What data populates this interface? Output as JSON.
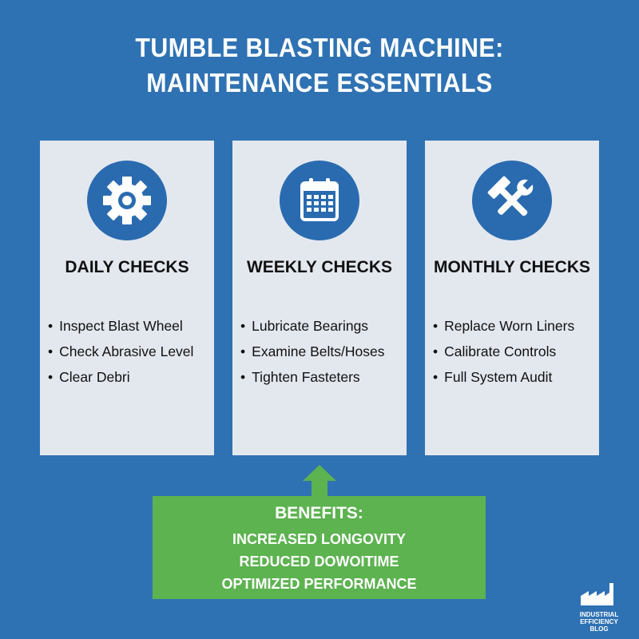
{
  "title": {
    "line1": "TUMBLE BLASTING MACHINE:",
    "line2": "MAINTENANCE ESSENTIALS"
  },
  "colors": {
    "background": "#2f72b3",
    "card": "#e3e8ef",
    "icon_circle": "#2a6bb0",
    "benefits": "#5cb34f"
  },
  "cards": [
    {
      "icon": "gear-icon",
      "title": "DAILY CHECKS",
      "items": [
        "Inspect Blast Wheel",
        "Check Abrasive Level",
        "Clear Debri"
      ]
    },
    {
      "icon": "calendar-icon",
      "title": "WEEKLY CHECKS",
      "items": [
        "Lubricate Bearings",
        "Examine Belts/Hoses",
        "Tighten Fasteters"
      ]
    },
    {
      "icon": "wrench-hammer-icon",
      "title": "MONTHLY CHECKS",
      "items": [
        "Replace Worn Liners",
        "Calibrate Controls",
        "Full System Audit"
      ]
    }
  ],
  "benefits": {
    "heading": "BENEFITS:",
    "items": [
      "INCREASED LONGOVITY",
      "REDUCED DOWOITIME",
      "OPTIMIZED PERFORMANCE"
    ]
  },
  "logo": {
    "icon": "factory-icon",
    "lines": [
      "INDUSTRIAL",
      "EFFICIENCY",
      "BLOG"
    ]
  }
}
